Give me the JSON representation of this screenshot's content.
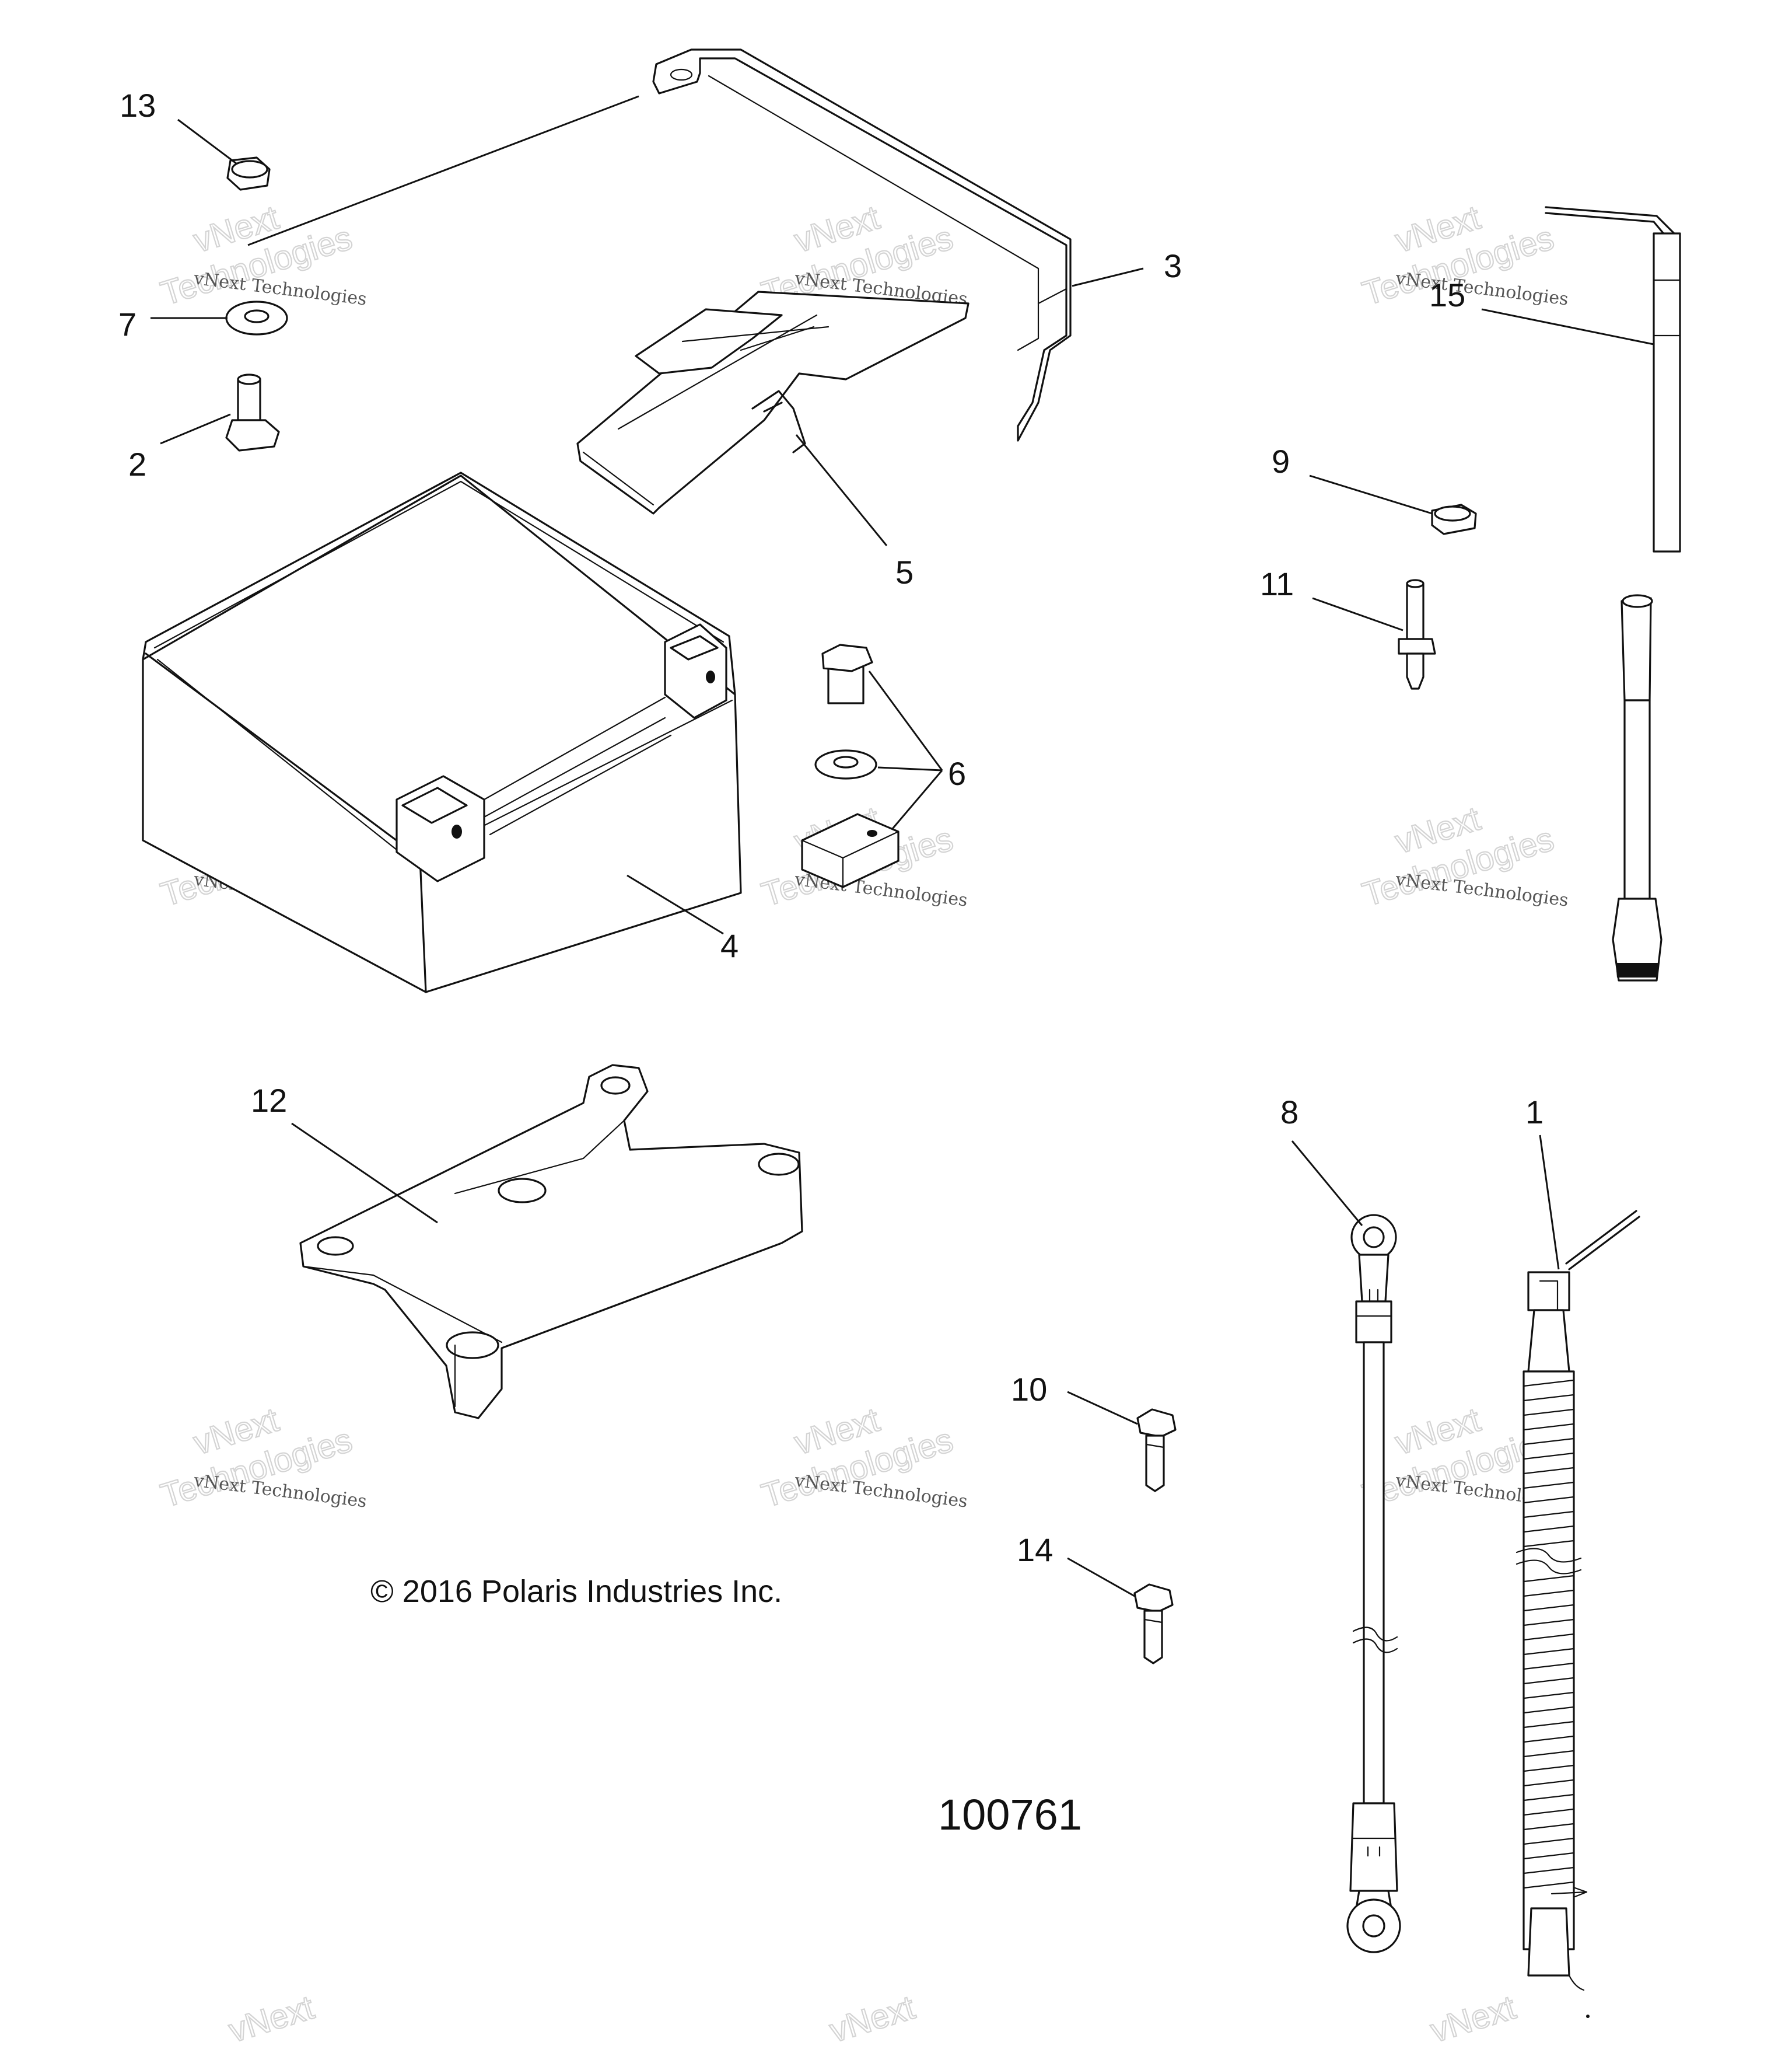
{
  "callouts": {
    "c1": "1",
    "c2": "2",
    "c3": "3",
    "c4": "4",
    "c5": "5",
    "c6": "6",
    "c7": "7",
    "c8": "8",
    "c9": "9",
    "c10": "10",
    "c11": "11",
    "c12": "12",
    "c13": "13",
    "c14": "14",
    "c15": "15"
  },
  "copyright": "© 2016 Polaris Industries Inc.",
  "figure_number": "100761",
  "watermark": {
    "line1": "vNext Technologies",
    "line2": "vNext",
    "line3": "Technologies"
  }
}
